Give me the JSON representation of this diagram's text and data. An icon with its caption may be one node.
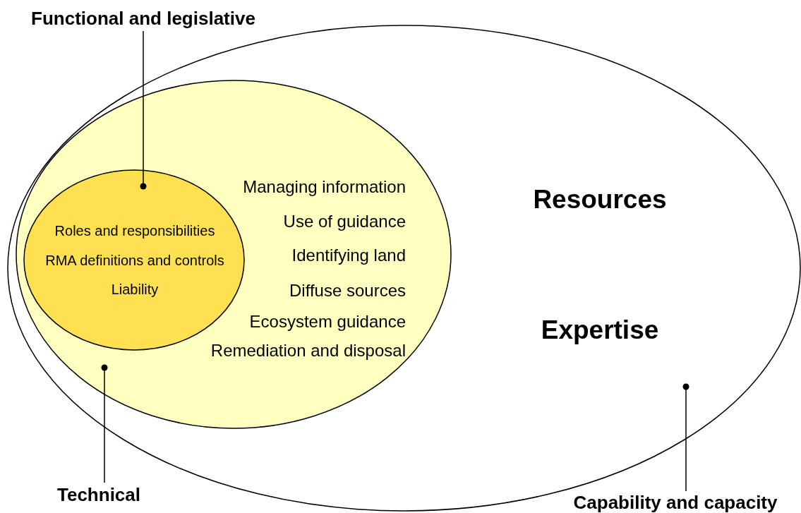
{
  "diagram": {
    "nodes": [
      {
        "text": [
          "Functional and legislative"
        ]
      },
      {
        "text": [
          "Resources",
          "Expertise"
        ]
      },
      {
        "text": [
          "Managing information",
          "Use of guidance",
          "Identifying land",
          "Diffuse sources",
          "Ecosystem guidance",
          "Remediation and disposal"
        ],
        "in": 1
      },
      {
        "text": [
          "Roles and responsibilities",
          "RMA definitions and controls",
          "Liability"
        ],
        "in": 2
      },
      {
        "text": [
          "Technical"
        ]
      },
      {
        "text": [
          "Capability and capacity"
        ]
      }
    ],
    "edges": [
      {
        "from": 0,
        "to": 3,
        "arrow": "other"
      },
      {
        "from": 4,
        "to": 2,
        "arrow": "other"
      },
      {
        "from": 5,
        "to": 1,
        "arrow": "other"
      }
    ]
  }
}
